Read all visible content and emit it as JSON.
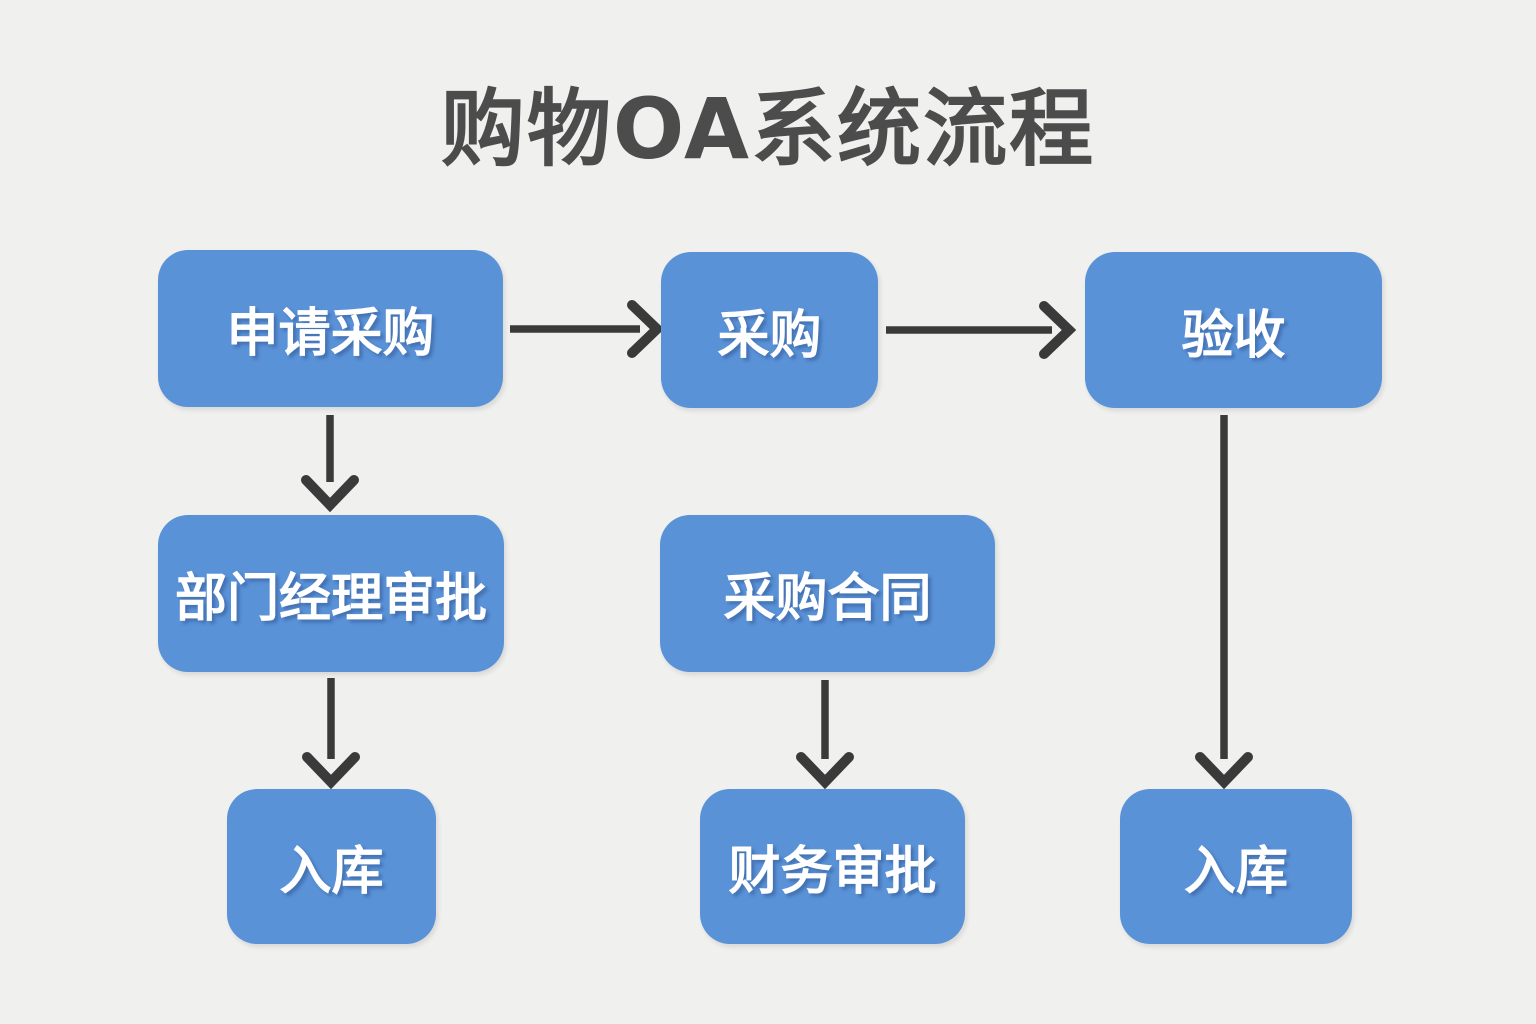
{
  "title": "购物OA系统流程",
  "diagram": {
    "nodes": [
      {
        "id": "apply-purchase",
        "label": "申请采购"
      },
      {
        "id": "purchase",
        "label": "采购"
      },
      {
        "id": "acceptance",
        "label": "验收"
      },
      {
        "id": "dept-manager-approval",
        "label": "部门经理审批"
      },
      {
        "id": "purchase-contract",
        "label": "采购合同"
      },
      {
        "id": "warehouse-in-left",
        "label": "入库"
      },
      {
        "id": "finance-approval",
        "label": "财务审批"
      },
      {
        "id": "warehouse-in-right",
        "label": "入库"
      }
    ],
    "edges": [
      {
        "from": "申请采购",
        "to": "采购",
        "direction": "right"
      },
      {
        "from": "采购",
        "to": "验收",
        "direction": "right"
      },
      {
        "from": "申请采购",
        "to": "部门经理审批",
        "direction": "down"
      },
      {
        "from": "部门经理审批",
        "to": "入库",
        "direction": "down"
      },
      {
        "from": "采购合同",
        "to": "财务审批",
        "direction": "down"
      },
      {
        "from": "验收",
        "to": "入库",
        "direction": "down"
      }
    ],
    "colors": {
      "background": "#f0f0ee",
      "node_fill": "#5a92d8",
      "node_text": "#ffffff",
      "arrow": "#3a3a3a",
      "title": "#4c4c4c"
    }
  }
}
